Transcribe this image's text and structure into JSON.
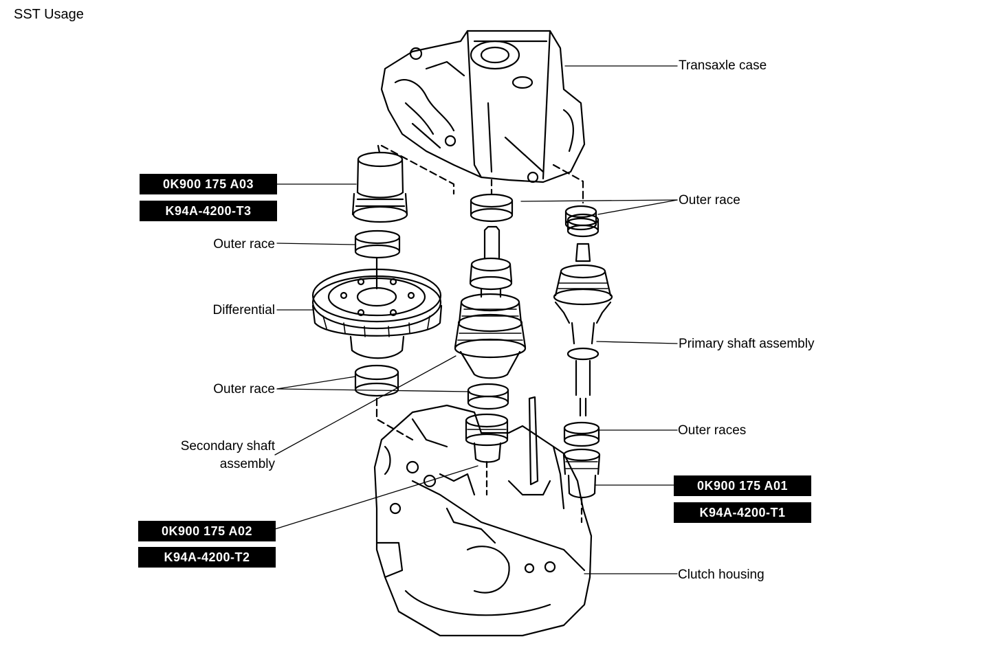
{
  "title": "SST Usage",
  "labels": {
    "transaxle_case": "Transaxle case",
    "outer_race_top_right": "Outer race",
    "primary_shaft_assembly": "Primary shaft assembly",
    "outer_races": "Outer races",
    "clutch_housing": "Clutch housing",
    "outer_race_left_top": "Outer race",
    "differential": "Differential",
    "outer_race_left_bottom": "Outer race",
    "secondary_shaft_line1": "Secondary shaft",
    "secondary_shaft_line2": "assembly"
  },
  "tools": {
    "a03": {
      "part": "0K900 175 A03",
      "code": "K94A-4200-T3"
    },
    "a02": {
      "part": "0K900 175 A02",
      "code": "K94A-4200-T2"
    },
    "a01": {
      "part": "0K900 175 A01",
      "code": "K94A-4200-T1"
    }
  }
}
